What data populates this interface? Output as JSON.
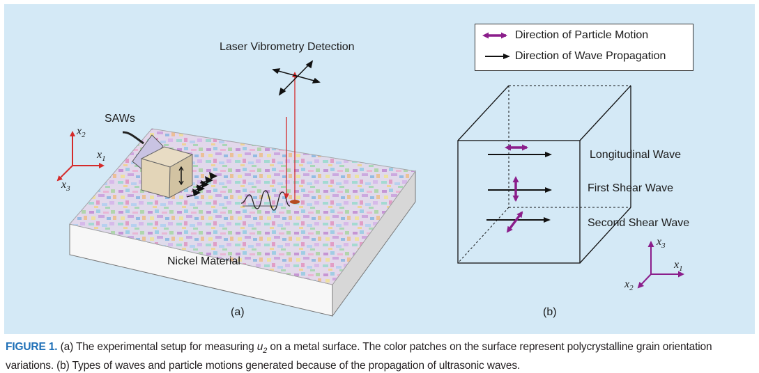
{
  "panel_a": {
    "title": "Laser Vibrometry Detection",
    "saws_label": "SAWs",
    "material_label": "Nickel Material",
    "axes": {
      "x1": "x",
      "x1_sub": "1",
      "x2": "x",
      "x2_sub": "2",
      "x3": "x",
      "x3_sub": "3"
    },
    "sublabel": "(a)"
  },
  "panel_b": {
    "legend": {
      "particle_motion": "Direction of Particle Motion",
      "wave_propagation": "Direction of Wave Propagation"
    },
    "waves": {
      "longitudinal": "Longitudinal Wave",
      "first_shear": "First Shear Wave",
      "second_shear": "Second Shear Wave"
    },
    "axes": {
      "x1": "x",
      "x1_sub": "1",
      "x2": "x",
      "x2_sub": "2",
      "x3": "x",
      "x3_sub": "3"
    },
    "sublabel": "(b)"
  },
  "caption": {
    "figure_label": "FIGURE 1.",
    "text_1": " (a) The experimental setup for measuring ",
    "var": "u",
    "var_sub": "2",
    "text_2": " on a metal surface. The color patches on the surface represent polycrystalline grain orientation variations. (b) Types of waves and particle motions generated because of the propagation of ultrasonic waves."
  },
  "colors": {
    "panel_bg": "#d4e9f6",
    "axis_red": "#d42a2a",
    "purple": "#8b1e8b",
    "caption_blue": "#1e6fb7"
  }
}
